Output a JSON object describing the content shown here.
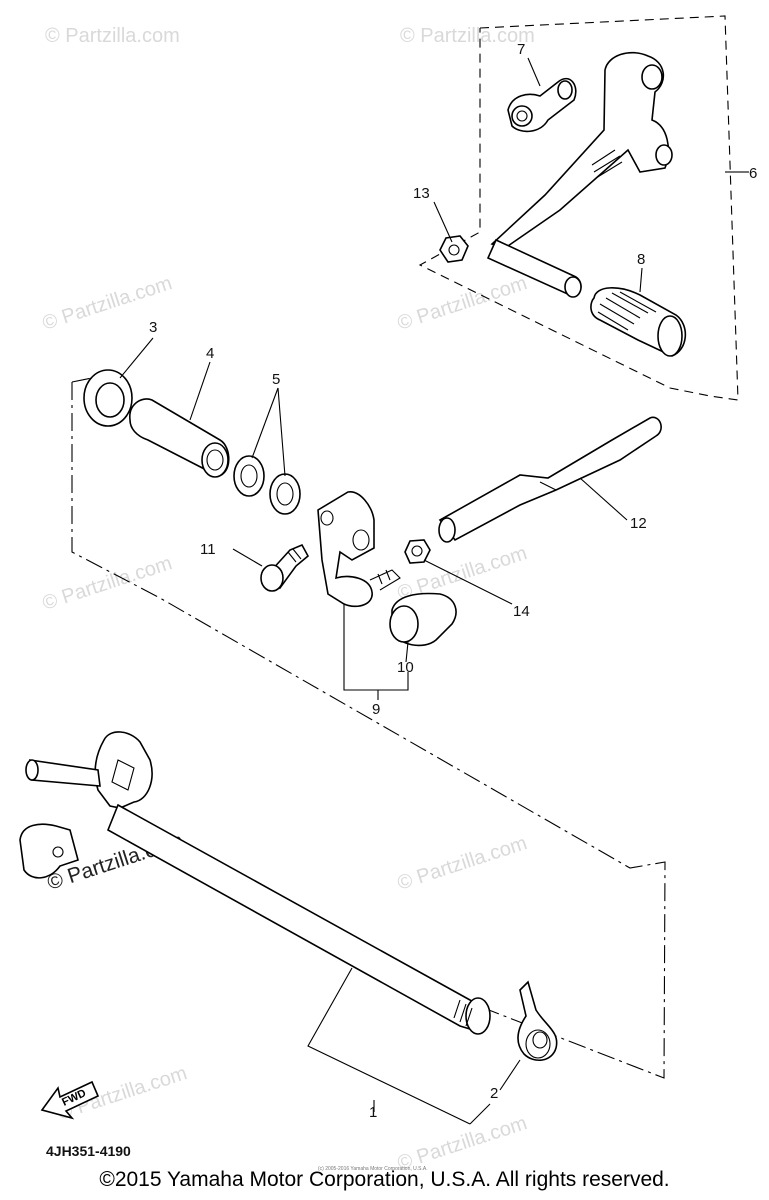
{
  "watermark_text": "© Partzilla.com",
  "callouts": {
    "c1": "1",
    "c2": "2",
    "c3": "3",
    "c4": "4",
    "c5": "5",
    "c6": "6",
    "c7": "7",
    "c8": "8",
    "c9": "9",
    "c10": "10",
    "c11": "11",
    "c12": "12",
    "c13": "13",
    "c14": "14"
  },
  "fwd_label": "FWD",
  "catalog_number": "4JH351-4190",
  "copyright": "©2015 Yamaha Motor Corporation, U.S.A. All rights reserved.",
  "small_credit": "(c) 2005-2016 Yamaha Motor Corporation, U.S.A."
}
